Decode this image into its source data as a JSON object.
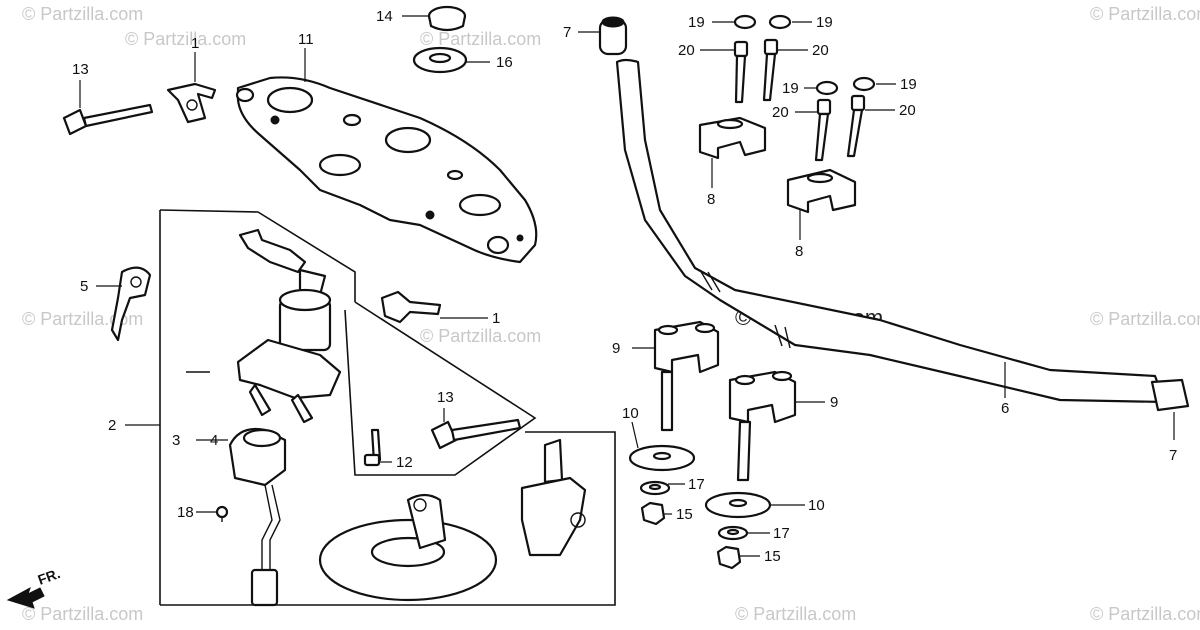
{
  "watermark": "© Partzilla.com",
  "fr_arrow_text": "FR.",
  "labels": {
    "l1a": "1",
    "l1b": "1",
    "l2": "2",
    "l3": "3",
    "l4": "4",
    "l5": "5",
    "l6": "6",
    "l7a": "7",
    "l7b": "7",
    "l8a": "8",
    "l8b": "8",
    "l9a": "9",
    "l9b": "9",
    "l10a": "10",
    "l10b": "10",
    "l11": "11",
    "l12": "12",
    "l13a": "13",
    "l13b": "13",
    "l14": "14",
    "l15a": "15",
    "l15b": "15",
    "l16": "16",
    "l17a": "17",
    "l17b": "17",
    "l18": "18",
    "l19a": "19",
    "l19b": "19",
    "l19c": "19",
    "l19d": "19",
    "l20a": "20",
    "l20b": "20",
    "l20c": "20",
    "l20d": "20"
  },
  "colors": {
    "line": "#111111",
    "watermark": "#c8c8c8",
    "background": "#ffffff"
  }
}
